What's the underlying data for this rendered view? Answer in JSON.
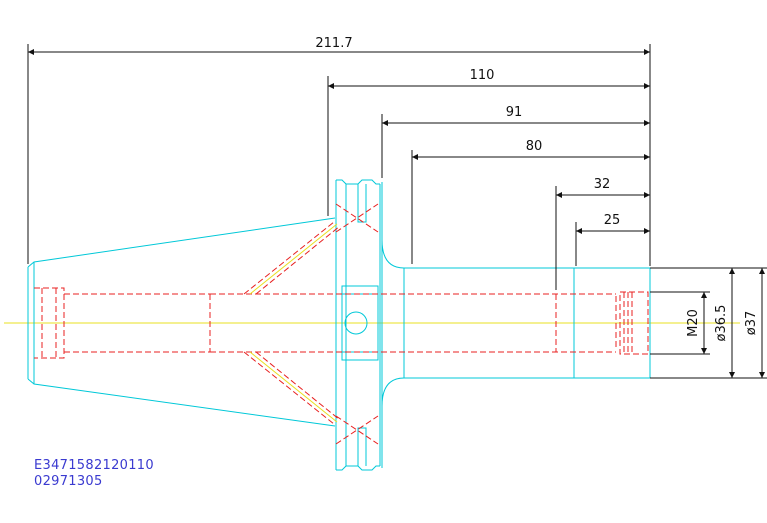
{
  "colors": {
    "outline": "#00c8d8",
    "hidden": "#e82020",
    "centerline": "#e8e020",
    "dimension": "#111111",
    "code_text": "#3a3ad0"
  },
  "dimensions": {
    "overall_length": "211.7",
    "flange_to_end": "110",
    "flange_back_to_end": "91",
    "shank_length": "80",
    "collet_depth": "32",
    "thread_depth": "25"
  },
  "diameters": {
    "thread": "M20",
    "bore": "ø36.5",
    "outer": "ø37"
  },
  "codes": {
    "line1": "E3471582120110",
    "line2": "02971305"
  }
}
